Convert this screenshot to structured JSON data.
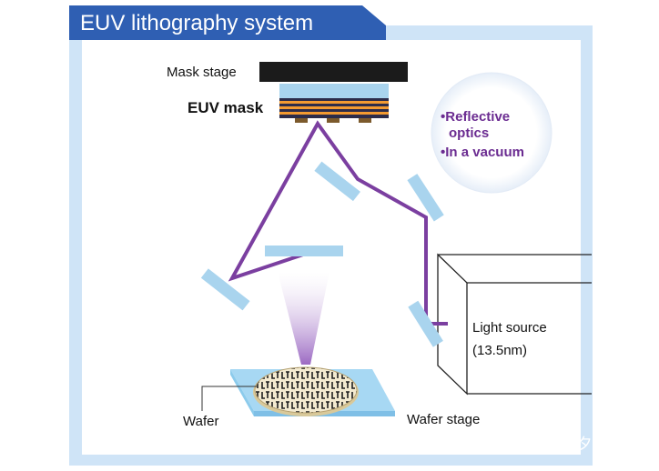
{
  "title": "EUV lithography system",
  "labels": {
    "mask_stage": "Mask stage",
    "euv_mask": "EUV mask",
    "light_source": "Light source",
    "wavelength": "(13.5nm)",
    "wafer": "Wafer",
    "wafer_stage": "Wafer stage"
  },
  "callout": {
    "line1": "Reflective",
    "line2": "optics",
    "line3": "In a vacuum"
  },
  "wafer_die_letters": "LT",
  "watermark": "知乎 @爱在七夕时",
  "colors": {
    "title_bar": "#2f5fb3",
    "frame": "#cfe4f7",
    "beam": "#7b3fa0",
    "mirror": "#a9d4ee",
    "mask_stage": "#1b1b1b",
    "wafer_stage": "#a7d8f3",
    "callout_text": "#6b2c91"
  }
}
